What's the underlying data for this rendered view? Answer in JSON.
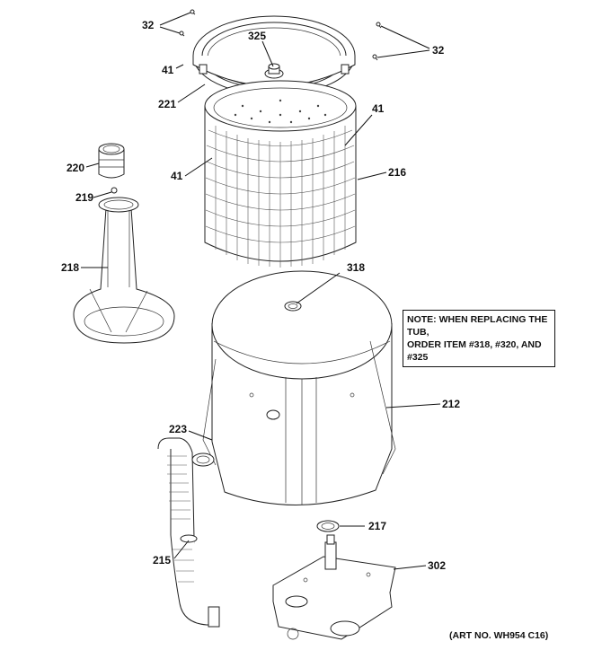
{
  "labels": {
    "p32a": "32",
    "p32b": "32",
    "p325": "325",
    "p41a": "41",
    "p41b": "41",
    "p41c": "41",
    "p221": "221",
    "p216": "216",
    "p220": "220",
    "p219": "219",
    "p218": "218",
    "p318": "318",
    "p212": "212",
    "p223": "223",
    "p217": "217",
    "p215": "215",
    "p302": "302"
  },
  "note": {
    "line1": "NOTE: WHEN REPLACING THE TUB,",
    "line2": "ORDER ITEM #318, #320, AND #325"
  },
  "art_number": "(ART NO. WH954 C16)"
}
